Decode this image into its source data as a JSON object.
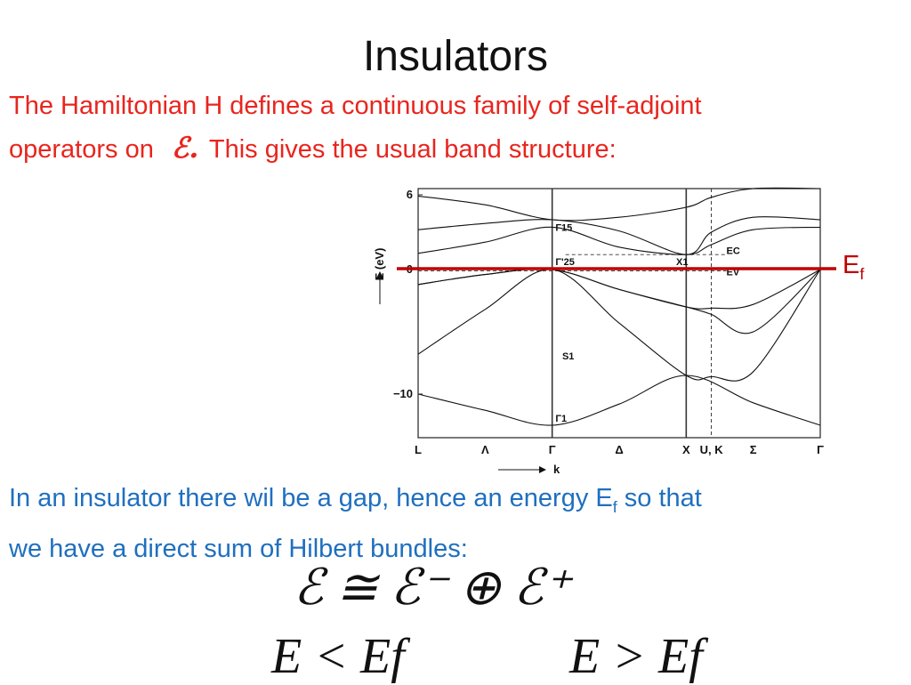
{
  "slide": {
    "title": "Insulators",
    "intro_line1": "The Hamiltonian H  defines a continuous family of self-adjoint",
    "intro_line2a": "operators on",
    "script_E": "ℰ.",
    "intro_line2b": "This gives the usual band structure:",
    "gap_text_a": "In an insulator there wil be a gap, hence an energy E",
    "gap_sub": "f",
    "gap_text_b": " so that",
    "gap_line2": "we have a direct sum of Hilbert bundles:",
    "eq_main": "ℰ ≅ ℰ⁻ ⊕ ℰ⁺",
    "eq_left": "E < Ef",
    "eq_right": "E > Ef"
  },
  "chart_data": {
    "type": "line",
    "title": "",
    "ylabel": "E (eV)",
    "xlabel": "k",
    "x_ticks": [
      "L",
      "Λ",
      "Γ",
      "Δ",
      "X",
      "U, K",
      "Σ",
      "Γ"
    ],
    "x_points": [
      0,
      1,
      2,
      3,
      4,
      4.375,
      5,
      6
    ],
    "high_symmetry_lines_at": [
      2,
      4
    ],
    "dashed_line_at": 4.375,
    "ylim": [
      -13.5,
      6.5
    ],
    "y_ticks": [
      6,
      0,
      -10
    ],
    "fermi_level": {
      "label": "E",
      "sub": "f",
      "value": 0,
      "color": "#c00000"
    },
    "E_c": 1.2,
    "E_v": -0.1,
    "annotations": [
      {
        "text": "Γ15",
        "x": 2.05,
        "y": 3.1
      },
      {
        "text": "Γ'25",
        "x": 2.05,
        "y": 0.35
      },
      {
        "text": "X1",
        "x": 3.85,
        "y": 0.35
      },
      {
        "text": "EC",
        "x": 4.6,
        "y": 1.25
      },
      {
        "text": "EV",
        "x": 4.6,
        "y": -0.45
      },
      {
        "text": "S1",
        "x": 2.15,
        "y": -7.2
      },
      {
        "text": "Γ1",
        "x": 2.05,
        "y": -12.2
      }
    ],
    "series": [
      {
        "x": [
          0,
          1,
          2,
          3,
          4,
          5,
          6
        ],
        "y": [
          -10,
          -11.3,
          -12.5,
          -10.8,
          -8.5,
          -10.7,
          -12.5
        ]
      },
      {
        "x": [
          0,
          1,
          2,
          3,
          4,
          4.375,
          5,
          6
        ],
        "y": [
          -6.8,
          -3.2,
          0,
          -4.3,
          -8.5,
          -8.6,
          -8.2,
          0
        ]
      },
      {
        "x": [
          0,
          1,
          2,
          3,
          4,
          4.375,
          5,
          6
        ],
        "y": [
          -1.2,
          -0.4,
          0,
          -1.6,
          -3.0,
          -3.6,
          -5.0,
          0
        ]
      },
      {
        "x": [
          0,
          1,
          2,
          3,
          4,
          4.375,
          5,
          6
        ],
        "y": [
          -1.2,
          -0.4,
          0,
          -1.6,
          -3.0,
          -3.1,
          -2.8,
          0
        ]
      },
      {
        "x": [
          0,
          1,
          2,
          3,
          4,
          4.375,
          5,
          6
        ],
        "y": [
          1.3,
          2.2,
          3.4,
          1.8,
          1.2,
          2.0,
          3.2,
          3.4
        ]
      },
      {
        "x": [
          0,
          1,
          2,
          3,
          4,
          4.375,
          5,
          6
        ],
        "y": [
          3.2,
          3.7,
          4.0,
          3.1,
          1.2,
          3.0,
          4.2,
          4.0
        ]
      },
      {
        "x": [
          0,
          1,
          2,
          3,
          4,
          4.375,
          5,
          6
        ],
        "y": [
          5.9,
          5.2,
          4.0,
          4.2,
          5.0,
          5.8,
          6.5,
          6.5
        ]
      }
    ]
  }
}
